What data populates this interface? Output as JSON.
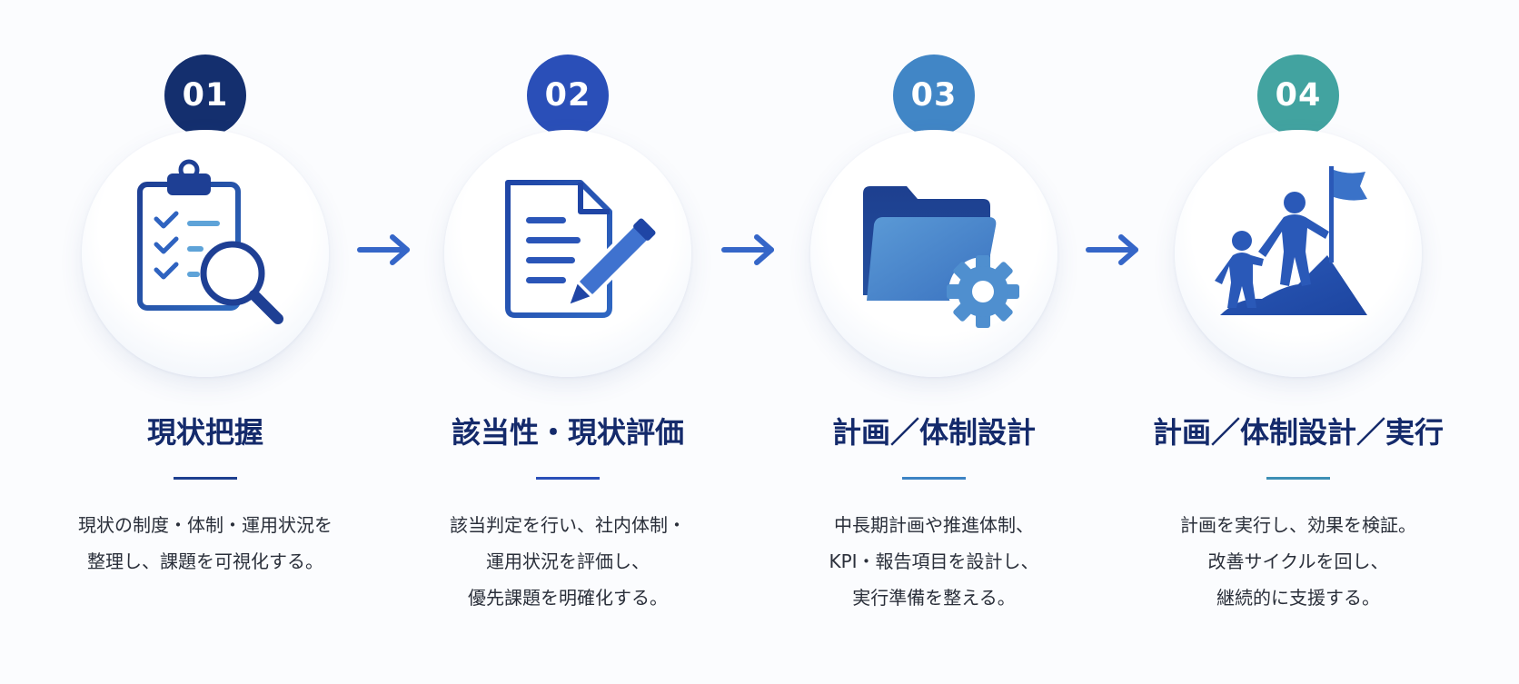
{
  "steps": [
    {
      "number": "01",
      "icon": "clipboard-search-icon",
      "title": "現状把握",
      "description": [
        "現状の制度・体制・運用状況を",
        "整理し、課題を可視化する。"
      ],
      "badge_color": "#142f6e",
      "rule_color": "#1e3f8f"
    },
    {
      "number": "02",
      "icon": "document-edit-icon",
      "title": "該当性・現状評価",
      "description": [
        "該当判定を行い、社内体制・",
        "運用状況を評価し、",
        "優先課題を明確化する。"
      ],
      "badge_color": "#2a4fb8",
      "rule_color": "#2a4fb8"
    },
    {
      "number": "03",
      "icon": "folder-gear-icon",
      "title": "計画／体制設計",
      "description": [
        "中長期計画や推進体制、",
        "KPI・報告項目を設計し、",
        "実行準備を整える。"
      ],
      "badge_color": "#4186c6",
      "rule_color": "#3c83c4"
    },
    {
      "number": "04",
      "icon": "mountain-flag-icon",
      "title": "計画／体制設計／実行",
      "description": [
        "計画を実行し、効果を検証。",
        "改善サイクルを回し、",
        "継続的に支援する。"
      ],
      "badge_color": "#42a3a0",
      "rule_color": "#3d8fb5"
    }
  ]
}
